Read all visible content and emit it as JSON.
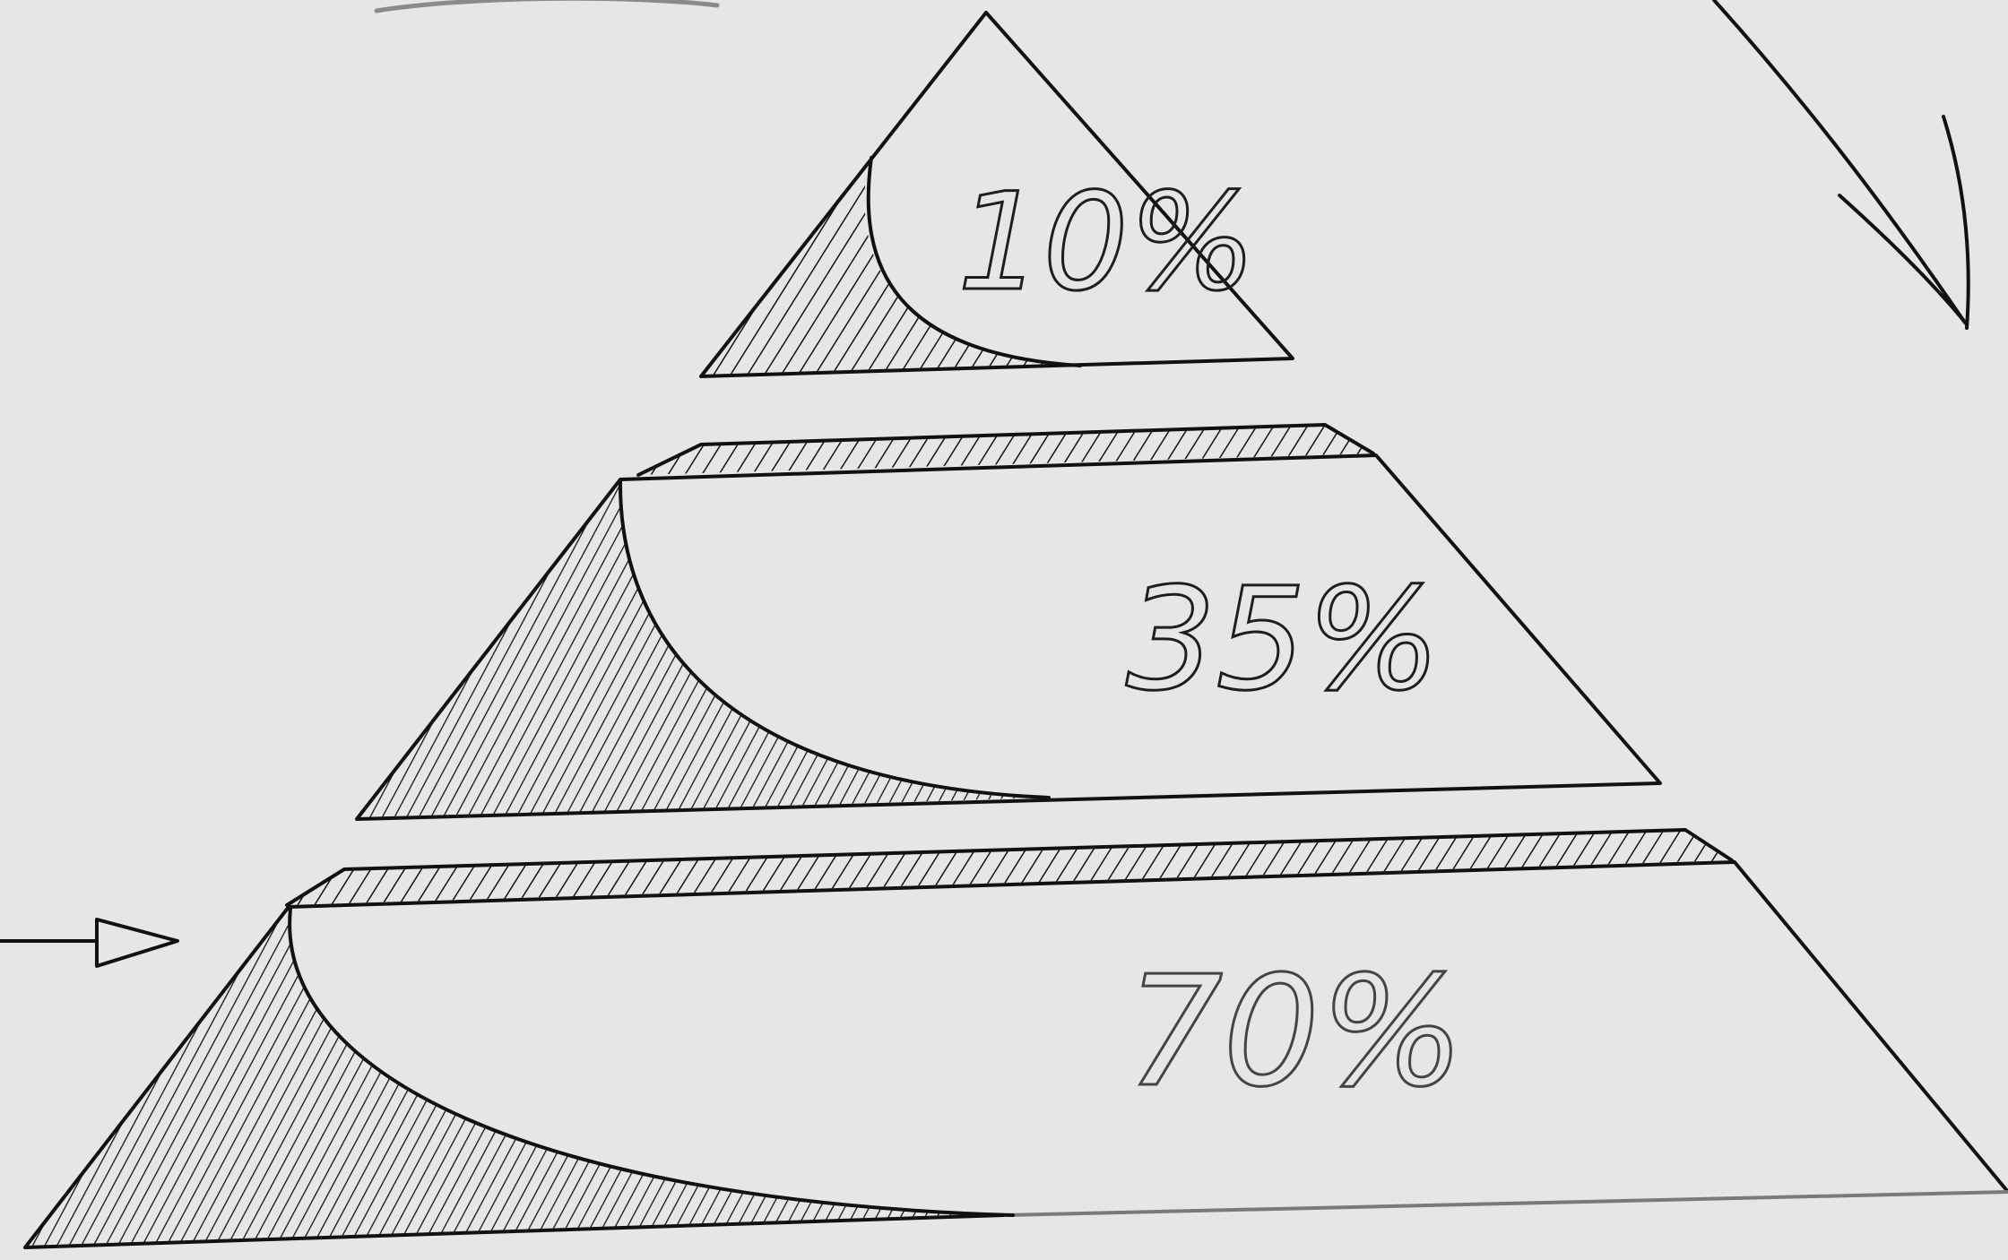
{
  "pyramid": {
    "levels": [
      {
        "id": "top",
        "label": "10%"
      },
      {
        "id": "middle",
        "label": "35%"
      },
      {
        "id": "bottom",
        "label": "70%"
      }
    ]
  }
}
